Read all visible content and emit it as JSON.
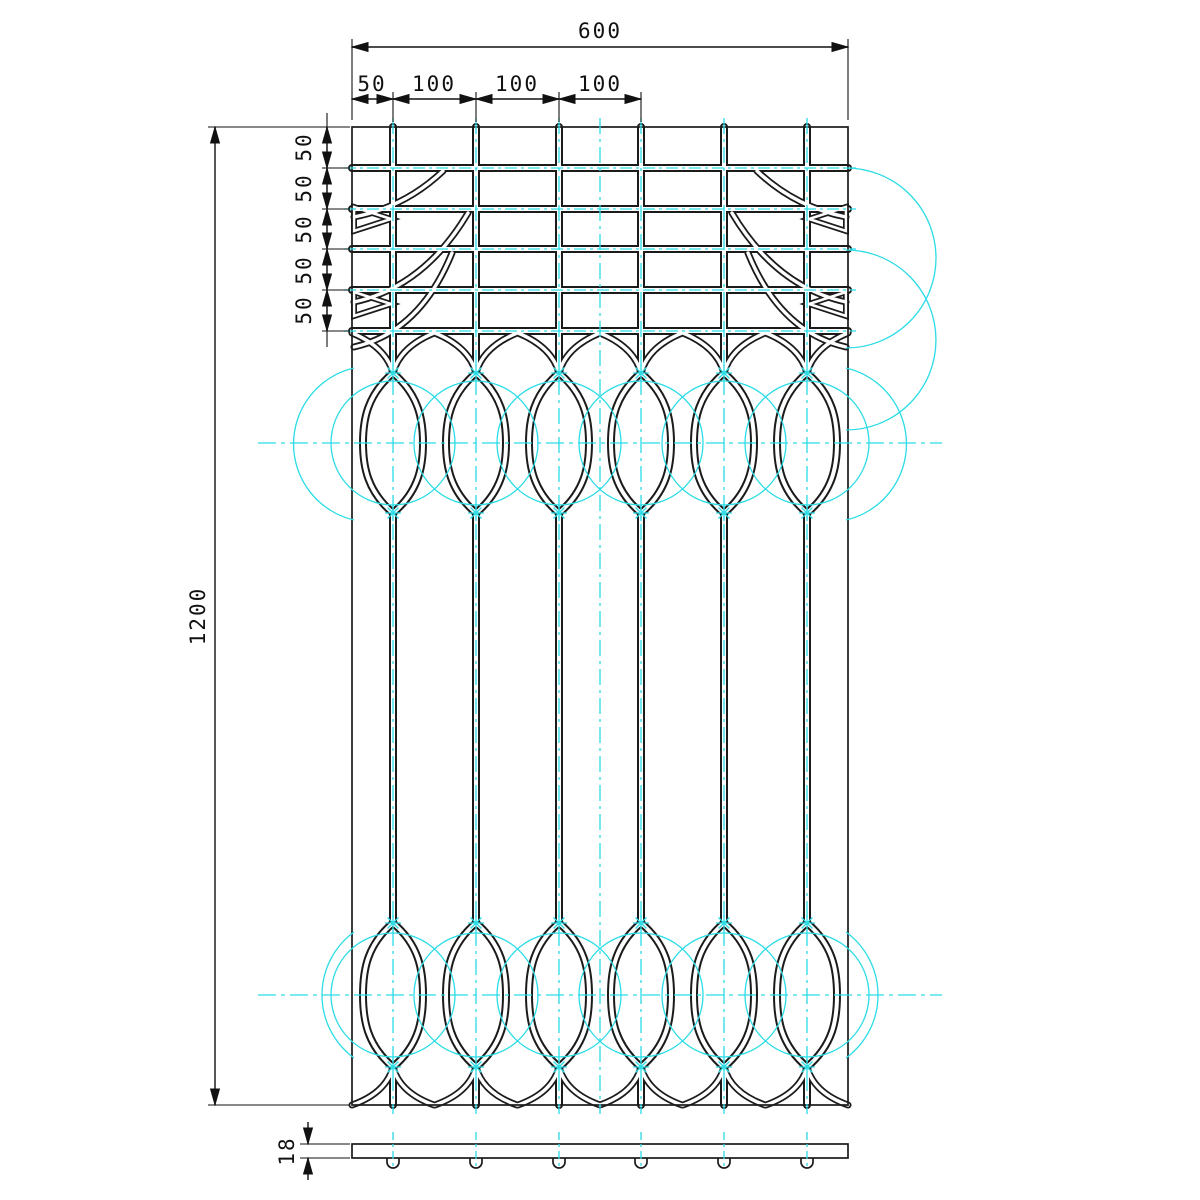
{
  "drawing": {
    "kind": "technical-drawing",
    "subject": "decorative-grille-panel"
  },
  "dimensions": {
    "overall_width": "600",
    "overall_height": "1200",
    "thickness": "18",
    "top_segments": [
      "50",
      "100",
      "100",
      "100"
    ],
    "left_segments": [
      "50",
      "50",
      "50",
      "50",
      "50"
    ]
  },
  "colors": {
    "line": "#1b1b1b",
    "dimension": "#111111",
    "construction": "#2bdce6",
    "background": "#ffffff"
  }
}
